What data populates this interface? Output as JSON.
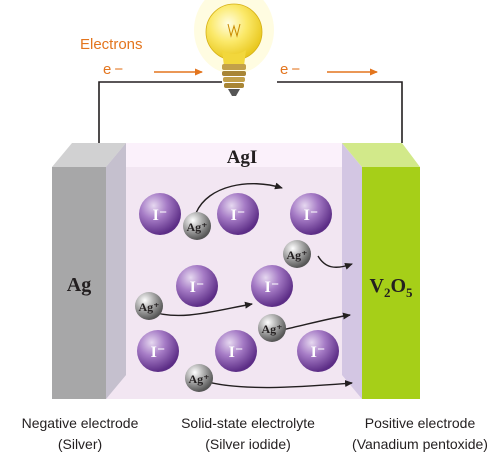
{
  "electrons_label": "Electrons",
  "electron_symbol_left": "e −",
  "electron_symbol_right": "e −",
  "electrolyte_formula": "AgI",
  "negative_material": "Ag",
  "positive_material": {
    "base": "V",
    "sub1": "2",
    "mid": "O",
    "sub2": "5"
  },
  "iodide_ion": "I⁻",
  "silver_ion": "Ag⁺",
  "labels": {
    "negative": [
      "Negative electrode",
      "(Silver)"
    ],
    "electrolyte": [
      "Solid-state electrolyte",
      "(Silver iodide)"
    ],
    "positive": [
      "Positive electrode",
      "(Vanadium pentoxide)"
    ]
  },
  "colors": {
    "electron_arrow": "#e3751e",
    "negative_electrode": "#a7a7a8",
    "positive_electrode": "#a6cf18",
    "electrolyte": "#f2e6f2",
    "iodide_ion": "#7f4ea3",
    "silver_ion": "#8a8a8a"
  }
}
